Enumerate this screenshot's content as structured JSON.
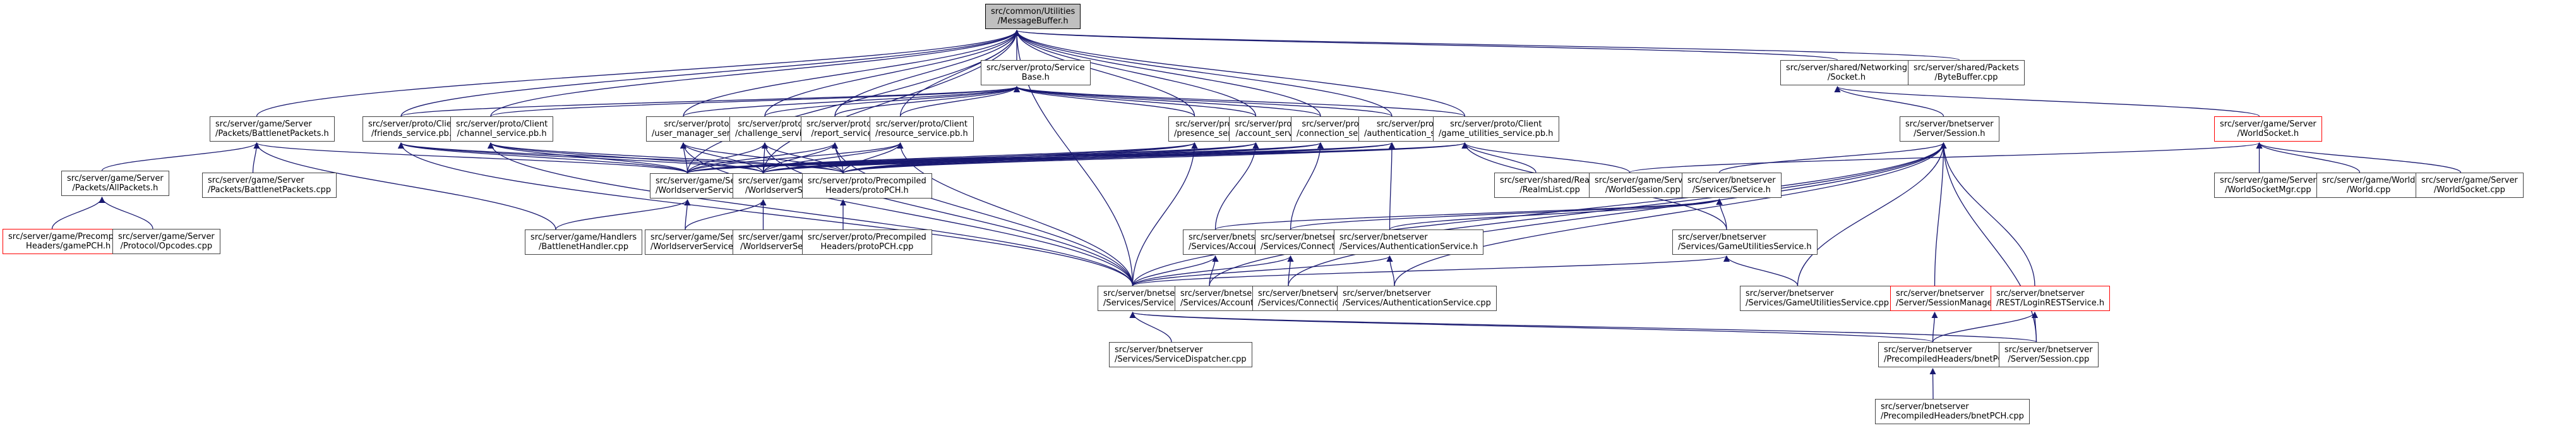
{
  "diagram": {
    "type": "include-dependency-graph",
    "edge_color": "#191970",
    "root_fill": "#bfbfbf",
    "truncated_border_color": "#ff0000",
    "nodes": [
      {
        "id": "root",
        "lines": [
          "src/common/Utilities",
          "/MessageBuffer.h"
        ],
        "style": "root"
      },
      {
        "id": "servicebase",
        "lines": [
          "src/server/proto/Service",
          "Base.h"
        ]
      },
      {
        "id": "socket",
        "lines": [
          "src/server/shared/Networking",
          "/Socket.h"
        ]
      },
      {
        "id": "bytebuffer",
        "lines": [
          "src/server/shared/Packets",
          "/ByteBuffer.cpp"
        ]
      },
      {
        "id": "bnetpackets_h",
        "lines": [
          "src/server/game/Server",
          "/Packets/BattlenetPackets.h"
        ],
        "align": "left"
      },
      {
        "id": "friends",
        "lines": [
          "src/server/proto/Client",
          "/friends_service.pb.h"
        ]
      },
      {
        "id": "channel",
        "lines": [
          "src/server/proto/Client",
          "/channel_service.pb.h"
        ]
      },
      {
        "id": "usermgr",
        "lines": [
          "src/server/proto/Client",
          "/user_manager_service.pb.h"
        ]
      },
      {
        "id": "challenge",
        "lines": [
          "src/server/proto/Client",
          "/challenge_service.pb.h"
        ]
      },
      {
        "id": "report",
        "lines": [
          "src/server/proto/Client",
          "/report_service.pb.h"
        ]
      },
      {
        "id": "resource",
        "lines": [
          "src/server/proto/Client",
          "/resource_service.pb.h"
        ]
      },
      {
        "id": "presence",
        "lines": [
          "src/server/proto/Client",
          "/presence_service.pb.h"
        ]
      },
      {
        "id": "account",
        "lines": [
          "src/server/proto/Client",
          "/account_service.pb.h"
        ]
      },
      {
        "id": "connection",
        "lines": [
          "src/server/proto/Client",
          "/connection_service.pb.h"
        ]
      },
      {
        "id": "authentication",
        "lines": [
          "src/server/proto/Client",
          "/authentication_service.pb.h"
        ]
      },
      {
        "id": "gameutil",
        "lines": [
          "src/server/proto/Client",
          "/game_utilities_service.pb.h"
        ]
      },
      {
        "id": "session_h",
        "lines": [
          "src/server/bnetserver",
          "/Server/Session.h"
        ]
      },
      {
        "id": "worldsocket_h",
        "lines": [
          "src/server/game/Server",
          "/WorldSocket.h"
        ],
        "style": "red"
      },
      {
        "id": "allpackets",
        "lines": [
          "src/server/game/Server",
          "/Packets/AllPackets.h"
        ]
      },
      {
        "id": "bnetpackets_cpp",
        "lines": [
          "src/server/game/Server",
          "/Packets/BattlenetPackets.cpp"
        ],
        "align": "left"
      },
      {
        "id": "wssd_h",
        "lines": [
          "src/server/game/Services",
          "/WorldserverServiceDispatcher.h"
        ],
        "align": "left"
      },
      {
        "id": "wss_h",
        "lines": [
          "src/server/game/Services",
          "/WorldserverService.h"
        ]
      },
      {
        "id": "protopch_h",
        "lines": [
          "src/server/proto/Precompiled",
          "Headers/protoPCH.h"
        ]
      },
      {
        "id": "realmlist",
        "lines": [
          "src/server/shared/Realm",
          "/RealmList.cpp"
        ]
      },
      {
        "id": "worldsession",
        "lines": [
          "src/server/game/Server",
          "/WorldSession.cpp"
        ]
      },
      {
        "id": "service_h",
        "lines": [
          "src/server/bnetserver",
          "/Services/Service.h"
        ]
      },
      {
        "id": "worldsocketmgr",
        "lines": [
          "src/server/game/Server",
          "/WorldSocketMgr.cpp"
        ]
      },
      {
        "id": "world_cpp",
        "lines": [
          "src/server/game/World",
          "/World.cpp"
        ]
      },
      {
        "id": "worldsocket_cpp",
        "lines": [
          "src/server/game/Server",
          "/WorldSocket.cpp"
        ]
      },
      {
        "id": "gamepch",
        "lines": [
          "src/server/game/Precompiled",
          "Headers/gamePCH.h"
        ],
        "style": "red"
      },
      {
        "id": "opcodes",
        "lines": [
          "src/server/game/Server",
          "/Protocol/Opcodes.cpp"
        ]
      },
      {
        "id": "bnethandler",
        "lines": [
          "src/server/game/Handlers",
          "/BattlenetHandler.cpp"
        ]
      },
      {
        "id": "wssd_cpp",
        "lines": [
          "src/server/game/Services",
          "/WorldserverServiceDispatcher.cpp"
        ],
        "align": "left"
      },
      {
        "id": "wss_cpp",
        "lines": [
          "src/server/game/Services",
          "/WorldserverService.cpp"
        ]
      },
      {
        "id": "protopch_cpp",
        "lines": [
          "src/server/proto/Precompiled",
          "Headers/protoPCH.cpp"
        ]
      },
      {
        "id": "accountsvc_h",
        "lines": [
          "src/server/bnetserver",
          "/Services/AccountService.h"
        ],
        "align": "left"
      },
      {
        "id": "connsvc_h",
        "lines": [
          "src/server/bnetserver",
          "/Services/ConnectionService.h"
        ],
        "align": "left"
      },
      {
        "id": "authsvc_h",
        "lines": [
          "src/server/bnetserver",
          "/Services/AuthenticationService.h"
        ],
        "align": "left"
      },
      {
        "id": "gameutilsvc_h",
        "lines": [
          "src/server/bnetserver",
          "/Services/GameUtilitiesService.h"
        ],
        "align": "left"
      },
      {
        "id": "svcdispatcher_h",
        "lines": [
          "src/server/bnetserver",
          "/Services/ServiceDispatcher.h"
        ],
        "align": "left"
      },
      {
        "id": "accountsvc_cpp",
        "lines": [
          "src/server/bnetserver",
          "/Services/AccountService.cpp"
        ],
        "align": "left"
      },
      {
        "id": "connsvc_cpp",
        "lines": [
          "src/server/bnetserver",
          "/Services/ConnectionService.cpp"
        ],
        "align": "left"
      },
      {
        "id": "authsvc_cpp",
        "lines": [
          "src/server/bnetserver",
          "/Services/AuthenticationService.cpp"
        ],
        "align": "left"
      },
      {
        "id": "gameutilsvc_cpp",
        "lines": [
          "src/server/bnetserver",
          "/Services/GameUtilitiesService.cpp"
        ],
        "align": "left"
      },
      {
        "id": "sessionmgr",
        "lines": [
          "src/server/bnetserver",
          "/Server/SessionManager.h"
        ],
        "align": "left",
        "style": "red"
      },
      {
        "id": "loginrest",
        "lines": [
          "src/server/bnetserver",
          "/REST/LoginRESTService.h"
        ],
        "align": "left",
        "style": "red"
      },
      {
        "id": "bnetpch_h",
        "lines": [
          "src/server/bnetserver",
          "/PrecompiledHeaders/bnetPCH.h"
        ],
        "align": "left"
      },
      {
        "id": "session_cpp",
        "lines": [
          "src/server/bnetserver",
          "/Server/Session.cpp"
        ]
      },
      {
        "id": "svcdispatcher_cpp",
        "lines": [
          "src/server/bnetserver",
          "/Services/ServiceDispatcher.cpp"
        ],
        "align": "left"
      },
      {
        "id": "bnetpch_cpp",
        "lines": [
          "src/server/bnetserver",
          "/PrecompiledHeaders/bnetPCH.cpp"
        ],
        "align": "left"
      }
    ],
    "edges": [
      [
        "servicebase",
        "root"
      ],
      [
        "socket",
        "root"
      ],
      [
        "bytebuffer",
        "root"
      ],
      [
        "bnetpackets_h",
        "root"
      ],
      [
        "friends",
        "root"
      ],
      [
        "channel",
        "root"
      ],
      [
        "usermgr",
        "root"
      ],
      [
        "challenge",
        "root"
      ],
      [
        "report",
        "root"
      ],
      [
        "resource",
        "root"
      ],
      [
        "presence",
        "root"
      ],
      [
        "account",
        "root"
      ],
      [
        "connection",
        "root"
      ],
      [
        "authentication",
        "root"
      ],
      [
        "gameutil",
        "root"
      ],
      [
        "wssd_h",
        "root"
      ],
      [
        "wss_h",
        "root"
      ],
      [
        "svcdispatcher_h",
        "root"
      ],
      [
        "friends",
        "servicebase"
      ],
      [
        "channel",
        "servicebase"
      ],
      [
        "usermgr",
        "servicebase"
      ],
      [
        "challenge",
        "servicebase"
      ],
      [
        "report",
        "servicebase"
      ],
      [
        "resource",
        "servicebase"
      ],
      [
        "presence",
        "servicebase"
      ],
      [
        "account",
        "servicebase"
      ],
      [
        "connection",
        "servicebase"
      ],
      [
        "authentication",
        "servicebase"
      ],
      [
        "gameutil",
        "servicebase"
      ],
      [
        "session_h",
        "socket"
      ],
      [
        "worldsocket_h",
        "socket"
      ],
      [
        "allpackets",
        "bnetpackets_h"
      ],
      [
        "bnetpackets_cpp",
        "bnetpackets_h"
      ],
      [
        "bnethandler",
        "bnetpackets_h"
      ],
      [
        "wssd_h",
        "bnetpackets_h"
      ],
      [
        "gamepch",
        "allpackets"
      ],
      [
        "opcodes",
        "allpackets"
      ],
      [
        "wssd_h",
        "friends"
      ],
      [
        "wss_h",
        "friends"
      ],
      [
        "protopch_h",
        "friends"
      ],
      [
        "svcdispatcher_h",
        "friends"
      ],
      [
        "wssd_h",
        "channel"
      ],
      [
        "wss_h",
        "channel"
      ],
      [
        "protopch_h",
        "channel"
      ],
      [
        "svcdispatcher_h",
        "channel"
      ],
      [
        "wssd_h",
        "usermgr"
      ],
      [
        "wss_h",
        "usermgr"
      ],
      [
        "protopch_h",
        "usermgr"
      ],
      [
        "svcdispatcher_h",
        "usermgr"
      ],
      [
        "wssd_h",
        "challenge"
      ],
      [
        "wss_h",
        "challenge"
      ],
      [
        "protopch_h",
        "challenge"
      ],
      [
        "svcdispatcher_h",
        "challenge"
      ],
      [
        "wssd_h",
        "report"
      ],
      [
        "wss_h",
        "report"
      ],
      [
        "protopch_h",
        "report"
      ],
      [
        "svcdispatcher_h",
        "report"
      ],
      [
        "wssd_h",
        "resource"
      ],
      [
        "wss_h",
        "resource"
      ],
      [
        "protopch_h",
        "resource"
      ],
      [
        "svcdispatcher_h",
        "resource"
      ],
      [
        "wssd_h",
        "presence"
      ],
      [
        "wss_h",
        "presence"
      ],
      [
        "protopch_h",
        "presence"
      ],
      [
        "svcdispatcher_h",
        "presence"
      ],
      [
        "wssd_h",
        "account"
      ],
      [
        "wss_h",
        "account"
      ],
      [
        "protopch_h",
        "account"
      ],
      [
        "accountsvc_h",
        "account"
      ],
      [
        "wssd_h",
        "connection"
      ],
      [
        "wss_h",
        "connection"
      ],
      [
        "protopch_h",
        "connection"
      ],
      [
        "connsvc_h",
        "connection"
      ],
      [
        "wssd_h",
        "authentication"
      ],
      [
        "wss_h",
        "authentication"
      ],
      [
        "protopch_h",
        "authentication"
      ],
      [
        "authsvc_h",
        "authentication"
      ],
      [
        "wssd_h",
        "gameutil"
      ],
      [
        "wss_h",
        "gameutil"
      ],
      [
        "protopch_h",
        "gameutil"
      ],
      [
        "gameutilsvc_h",
        "gameutil"
      ],
      [
        "realmlist",
        "gameutil"
      ],
      [
        "worldsession",
        "gameutil"
      ],
      [
        "service_h",
        "session_h"
      ],
      [
        "svcdispatcher_h",
        "session_h"
      ],
      [
        "accountsvc_cpp",
        "session_h"
      ],
      [
        "connsvc_cpp",
        "session_h"
      ],
      [
        "authsvc_cpp",
        "session_h"
      ],
      [
        "gameutilsvc_cpp",
        "session_h"
      ],
      [
        "sessionmgr",
        "session_h"
      ],
      [
        "loginrest",
        "session_h"
      ],
      [
        "session_cpp",
        "session_h"
      ],
      [
        "worldsession",
        "worldsocket_h"
      ],
      [
        "worldsocketmgr",
        "worldsocket_h"
      ],
      [
        "world_cpp",
        "worldsocket_h"
      ],
      [
        "worldsocket_cpp",
        "worldsocket_h"
      ],
      [
        "bnethandler",
        "wssd_h"
      ],
      [
        "wssd_cpp",
        "wssd_h"
      ],
      [
        "wssd_cpp",
        "wss_h"
      ],
      [
        "wss_cpp",
        "wss_h"
      ],
      [
        "protopch_cpp",
        "protopch_h"
      ],
      [
        "accountsvc_h",
        "service_h"
      ],
      [
        "connsvc_h",
        "service_h"
      ],
      [
        "authsvc_h",
        "service_h"
      ],
      [
        "gameutilsvc_h",
        "service_h"
      ],
      [
        "svcdispatcher_h",
        "accountsvc_h"
      ],
      [
        "accountsvc_cpp",
        "accountsvc_h"
      ],
      [
        "svcdispatcher_h",
        "connsvc_h"
      ],
      [
        "connsvc_cpp",
        "connsvc_h"
      ],
      [
        "svcdispatcher_h",
        "authsvc_h"
      ],
      [
        "authsvc_cpp",
        "authsvc_h"
      ],
      [
        "svcdispatcher_h",
        "gameutilsvc_h"
      ],
      [
        "gameutilsvc_cpp",
        "gameutilsvc_h"
      ],
      [
        "svcdispatcher_cpp",
        "svcdispatcher_h"
      ],
      [
        "bnetpch_h",
        "svcdispatcher_h"
      ],
      [
        "session_cpp",
        "svcdispatcher_h"
      ],
      [
        "bnetpch_h",
        "sessionmgr"
      ],
      [
        "bnetpch_h",
        "loginrest"
      ],
      [
        "session_cpp",
        "loginrest"
      ],
      [
        "bnetpch_cpp",
        "bnetpch_h"
      ]
    ]
  }
}
